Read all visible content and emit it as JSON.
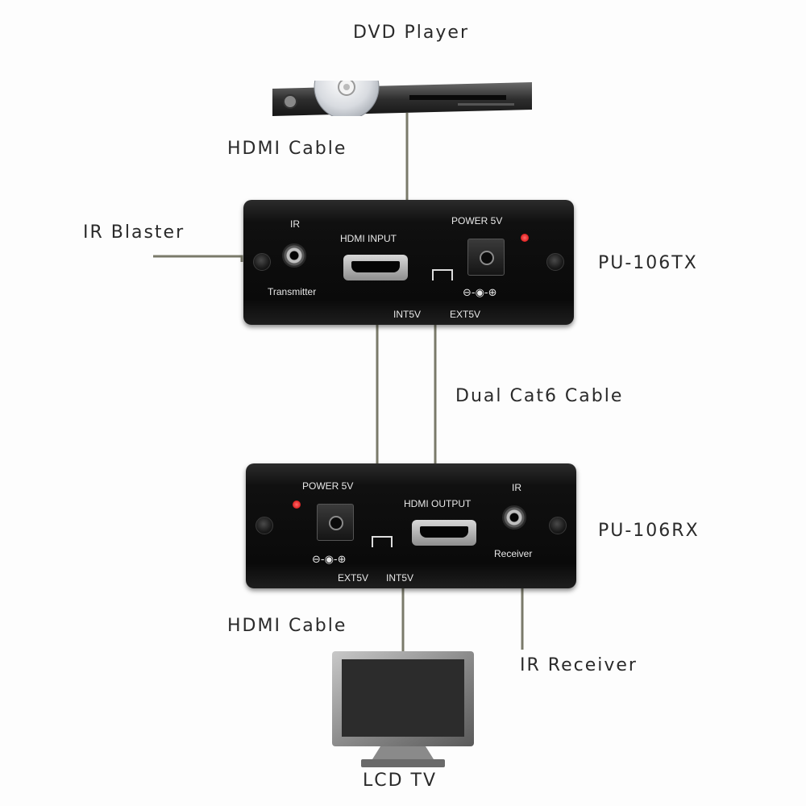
{
  "labels": {
    "dvd_player": "DVD Player",
    "hdmi_cable_top": "HDMI Cable",
    "ir_blaster": "IR Blaster",
    "tx_model": "PU-106TX",
    "dual_cat6": "Dual Cat6 Cable",
    "rx_model": "PU-106RX",
    "hdmi_cable_bottom": "HDMI Cable",
    "ir_receiver": "IR Receiver",
    "lcd_tv": "LCD TV"
  },
  "tx_panel": {
    "ir": "IR",
    "transmitter": "Transmitter",
    "hdmi_input": "HDMI INPUT",
    "power": "POWER 5V",
    "int5v": "INT5V",
    "ext5v": "EXT5V",
    "polarity": "⊖-◉-⊕"
  },
  "rx_panel": {
    "power": "POWER 5V",
    "hdmi_output": "HDMI OUTPUT",
    "ir": "IR",
    "receiver": "Receiver",
    "ext5v": "EXT5V",
    "int5v": "INT5V",
    "polarity": "⊖-◉-⊕"
  },
  "colors": {
    "cable": "#7a7a6a",
    "device_body": "#0d0d0d",
    "led": "#e00000"
  }
}
